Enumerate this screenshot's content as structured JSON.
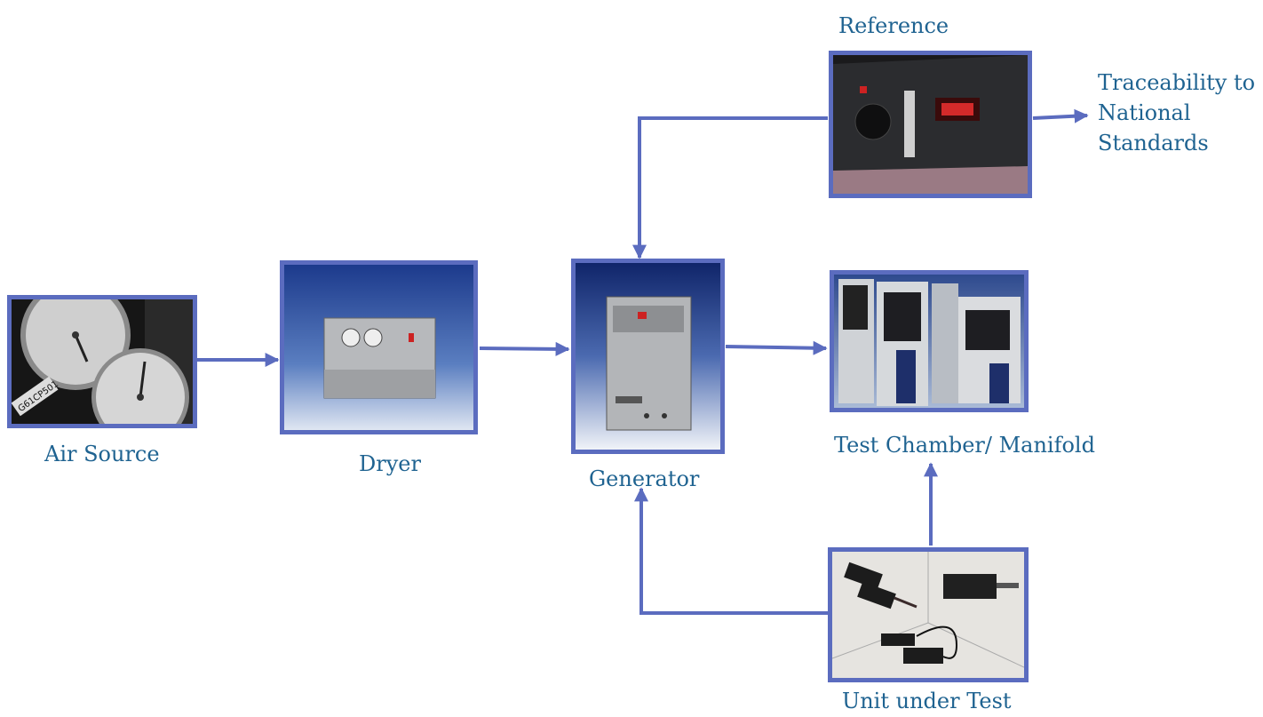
{
  "labels": {
    "air_source": "Air Source",
    "dryer": "Dryer",
    "generator": "Generator",
    "reference": "Reference",
    "traceability": [
      "Traceability to",
      "National",
      "Standards"
    ],
    "test_chamber": "Test Chamber/ Manifold",
    "unit_under_test": "Unit under Test"
  },
  "photo_text": {
    "gauge_tag": "G61CP501"
  },
  "colors": {
    "arrow": "#5b6cbf",
    "border": "#5b6cbf",
    "label": "#1f6391"
  }
}
